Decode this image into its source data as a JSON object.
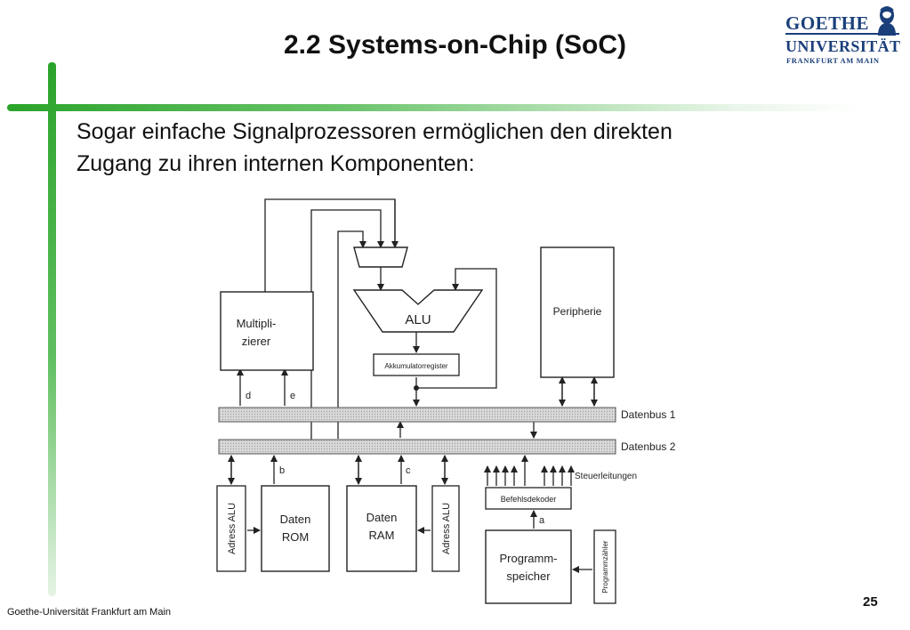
{
  "title": "2.2 Systems-on-Chip (SoC)",
  "body": {
    "line1": "Sogar einfache Signalprozessoren ermöglichen den direkten",
    "line2": "Zugang zu ihren internen Komponenten:"
  },
  "logo": {
    "line1": "GOETHE",
    "line2": "UNIVERSITÄT",
    "line3": "FRANKFURT AM MAIN"
  },
  "footer": {
    "institution": "Goethe-Universität Frankfurt am Main",
    "page_number": "25"
  },
  "diagram": {
    "multiplizierer_line1": "Multipli-",
    "multiplizierer_line2": "zierer",
    "alu": "ALU",
    "akkumulator": "Akkumulatorregister",
    "peripherie": "Peripherie",
    "datenbus1": "Datenbus 1",
    "datenbus2": "Datenbus 2",
    "steuerleitungen": "Steuerleitungen",
    "befehlsdekoder": "Befehlsdekoder",
    "adress_alu": "Adress ALU",
    "daten_rom_line1": "Daten",
    "daten_rom_line2": "ROM",
    "daten_ram_line1": "Daten",
    "daten_ram_line2": "RAM",
    "programmspeicher_line1": "Programm-",
    "programmspeicher_line2": "speicher",
    "programmzaehler": "Programmzähler",
    "label_a": "a",
    "label_b": "b",
    "label_c": "c",
    "label_d": "d",
    "label_e": "e"
  }
}
